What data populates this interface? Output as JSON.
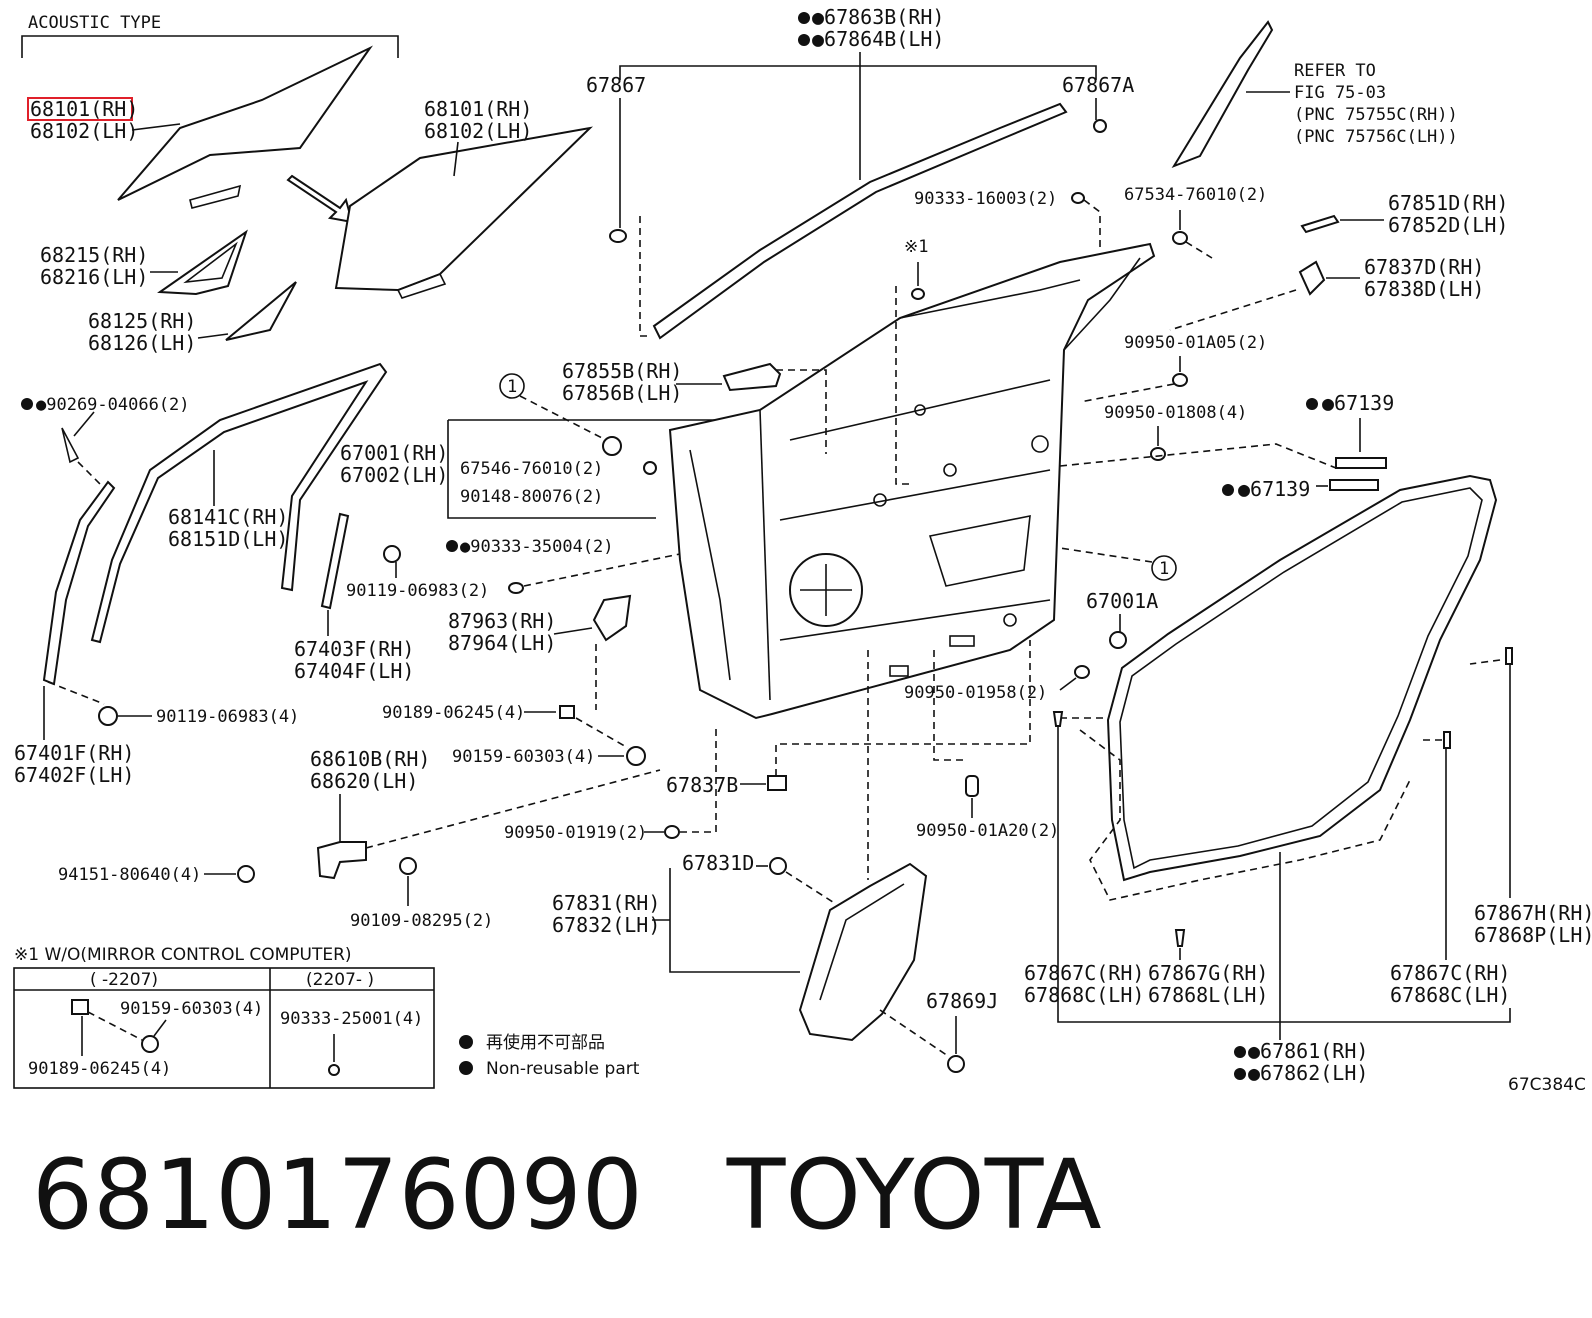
{
  "header": {
    "acoustic_type": "ACOUSTIC TYPE"
  },
  "labels": {
    "glass_ac_rh": "68101(RH)",
    "glass_ac_lh": "68102(LH)",
    "glass_rh": "68101(RH)",
    "glass_lh": "68102(LH)",
    "p68215": "68215(RH)",
    "p68216": "68216(LH)",
    "p68125": "68125(RH)",
    "p68126": "68126(LH)",
    "p90269": "●90269-04066(2)",
    "p68141": "68141C(RH)",
    "p68151": "68151D(LH)",
    "p67001": "67001(RH)",
    "p67002": "67002(LH)",
    "p67546": "67546-76010(2)",
    "p90148": "90148-80076(2)",
    "p90333a": "●90333-35004(2)",
    "p90119a": "90119-06983(2)",
    "p67403": "67403F(RH)",
    "p67404": "67404F(LH)",
    "p87963": "87963(RH)",
    "p87964": "87964(LH)",
    "p90119b": "90119-06983(4)",
    "p67401": "67401F(RH)",
    "p67402": "67402F(LH)",
    "p90189": "90189-06245(4)",
    "p90159": "90159-60303(4)",
    "p68610": "68610B(RH)",
    "p68620": "68620(LH)",
    "p67837b": "67837B",
    "p90950a": "90950-01919(2)",
    "p94151": "94151-80640(4)",
    "p90109": "90109-08295(2)",
    "p67863": "●67863B(RH)",
    "p67864": "●67864B(LH)",
    "p67867": "67867",
    "p67867a": "67867A",
    "refer1": "REFER TO",
    "refer2": "FIG 75-03",
    "refer3": "(PNC 75755C(RH))",
    "refer4": "(PNC 75756C(LH))",
    "p90333b": "90333-16003(2)",
    "p67534": "67534-76010(2)",
    "p67851": "67851D(RH)",
    "p67852": "67852D(LH)",
    "mark1": "※1",
    "p67837d": "67837D(RH)",
    "p67838d": "67838D(LH)",
    "p67855": "67855B(RH)",
    "p67856": "67856B(LH)",
    "p90950b": "90950-01A05(2)",
    "p90950c": "90950-01808(4)",
    "p67139a": "●67139",
    "p67139b": "●67139",
    "circle1": "1",
    "p67001a": "67001A",
    "p90950d": "90950-01958(2)",
    "p90950e": "90950-01A20(2)",
    "p67831d": "67831D",
    "p67831": "67831(RH)",
    "p67832": "67832(LH)",
    "p67869j": "67869J",
    "p67867h": "67867H(RH)",
    "p67868p": "67868P(LH)",
    "p67867c1": "67867C(RH)",
    "p67868c1": "67868C(LH)",
    "p67867g": "67867G(RH)",
    "p67868l": "67868L(LH)",
    "p67867c2": "67867C(RH)",
    "p67868c2": "67868C(LH)",
    "p67861": "●67861(RH)",
    "p67862": "●67862(LH)"
  },
  "footnote_table": {
    "title": "※1 W/O(MIRROR CONTROL COMPUTER)",
    "col1_header": "(    -2207)",
    "col2_header": "(2207-    )",
    "col1_part_a": "90159-60303(4)",
    "col1_part_b": "90189-06245(4)",
    "col2_part": "90333-25001(4)"
  },
  "legend": {
    "jp": "再使用不可部品",
    "en": "Non-reusable part"
  },
  "figure_code": "67C384C",
  "caption": {
    "part_number": "6810176090",
    "brand": "TOYOTA"
  },
  "colors": {
    "highlight": "#e0202a",
    "ink": "#111111"
  }
}
